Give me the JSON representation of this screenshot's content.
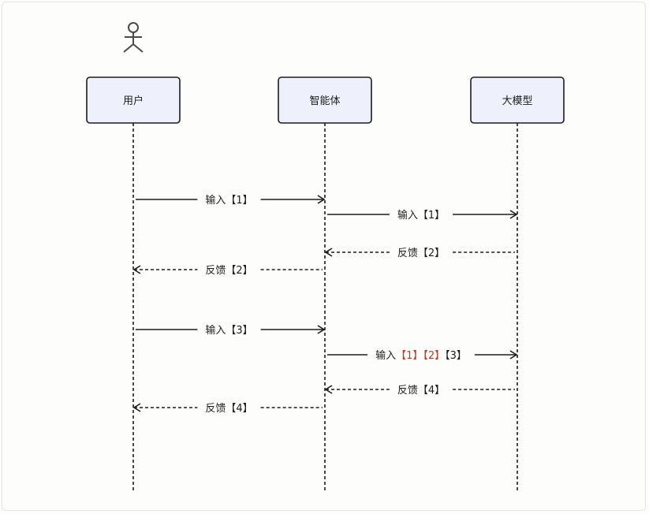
{
  "participants": [
    {
      "id": "user",
      "label": "用户"
    },
    {
      "id": "agent",
      "label": "智能体"
    },
    {
      "id": "llm",
      "label": "大模型"
    }
  ],
  "colors": {
    "ink": "#1c1c1c",
    "box_fill": "#eef1fb",
    "highlight": "#c0392b"
  },
  "actor_icon": "person-icon",
  "messages": [
    {
      "from": "user",
      "to": "agent",
      "style": "solid",
      "parts": [
        {
          "text": "输入【1】",
          "color": "#1c1c1c"
        }
      ]
    },
    {
      "from": "agent",
      "to": "llm",
      "style": "solid",
      "parts": [
        {
          "text": "输入【1】",
          "color": "#1c1c1c"
        }
      ]
    },
    {
      "from": "llm",
      "to": "agent",
      "style": "dashed",
      "parts": [
        {
          "text": "反馈【2】",
          "color": "#1c1c1c"
        }
      ]
    },
    {
      "from": "agent",
      "to": "user",
      "style": "dashed",
      "parts": [
        {
          "text": "反馈【2】",
          "color": "#1c1c1c"
        }
      ]
    },
    {
      "from": "user",
      "to": "agent",
      "style": "solid",
      "parts": [
        {
          "text": "输入【3】",
          "color": "#1c1c1c"
        }
      ]
    },
    {
      "from": "agent",
      "to": "llm",
      "style": "solid",
      "parts": [
        {
          "text": "输入",
          "color": "#1c1c1c"
        },
        {
          "text": "【1】【2】",
          "color": "#c0392b"
        },
        {
          "text": "【3】",
          "color": "#1c1c1c"
        }
      ]
    },
    {
      "from": "llm",
      "to": "agent",
      "style": "dashed",
      "parts": [
        {
          "text": "反馈【4】",
          "color": "#1c1c1c"
        }
      ]
    },
    {
      "from": "agent",
      "to": "user",
      "style": "dashed",
      "parts": [
        {
          "text": "反馈【4】",
          "color": "#1c1c1c"
        }
      ]
    }
  ]
}
